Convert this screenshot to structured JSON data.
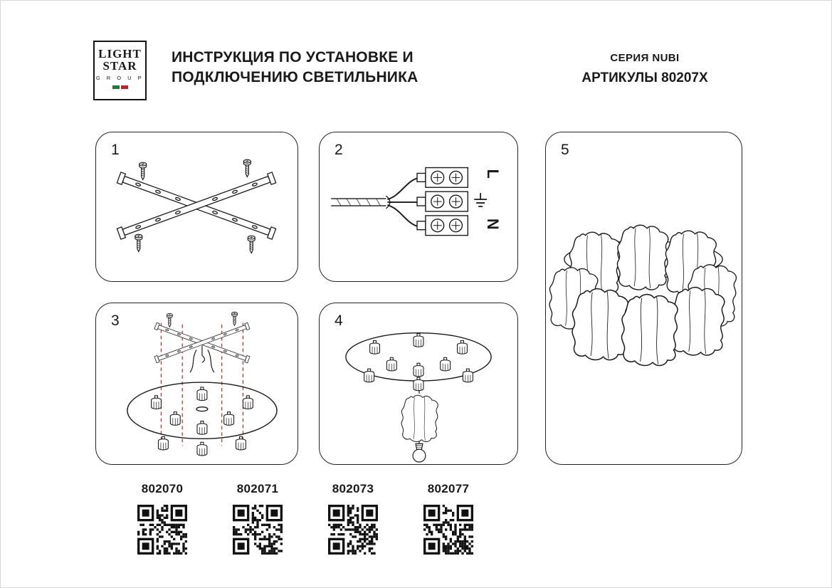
{
  "header": {
    "logo": {
      "line1": "LIGHT",
      "line2": "STAR",
      "line3": "G R O U P"
    },
    "title_line1": "ИНСТРУКЦИЯ ПО УСТАНОВКЕ И",
    "title_line2": "ПОДКЛЮЧЕНИЮ СВЕТИЛЬНИКА",
    "series": "СЕРИЯ NUBI",
    "articles": "АРТИКУЛЫ 80207X"
  },
  "steps": [
    {
      "number": "1",
      "illustration": "mounting-cross-with-screws"
    },
    {
      "number": "2",
      "illustration": "terminal-block-wiring"
    },
    {
      "number": "3",
      "illustration": "cross-to-ceiling-plate-alignment"
    },
    {
      "number": "4",
      "illustration": "plate-shade-and-bulb-assembly"
    },
    {
      "number": "5",
      "illustration": "assembled-chandelier"
    }
  ],
  "wiring": {
    "label_l": "L",
    "label_n": "N"
  },
  "products": [
    {
      "article": "802070"
    },
    {
      "article": "802071"
    },
    {
      "article": "802073"
    },
    {
      "article": "802077"
    }
  ],
  "colors": {
    "ink": "#1a1a1a",
    "guide_dashed_red": "#cc2222",
    "logo_green": "#1e7a34",
    "logo_red": "#c41e25"
  }
}
